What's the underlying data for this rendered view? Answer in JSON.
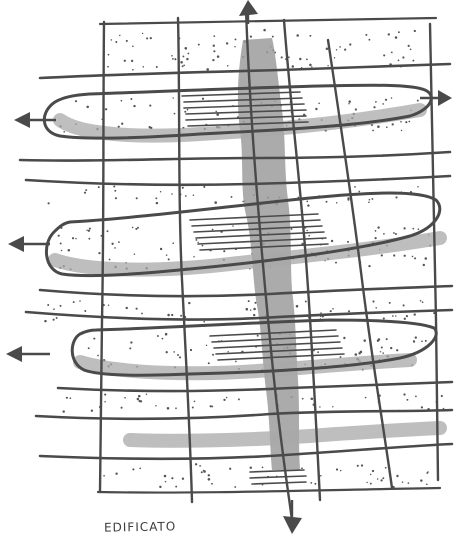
{
  "caption": "EDIFICATO",
  "colors": {
    "ink": "#4a4a4a",
    "marker_gray": "#9e9e9e",
    "stipple": "#555555",
    "paper": "#ffffff"
  },
  "arrows": {
    "top": "arrow-up",
    "bottom": "arrow-down",
    "left": [
      "arrow-left",
      "arrow-left",
      "arrow-left"
    ],
    "right": [
      "arrow-right"
    ]
  }
}
